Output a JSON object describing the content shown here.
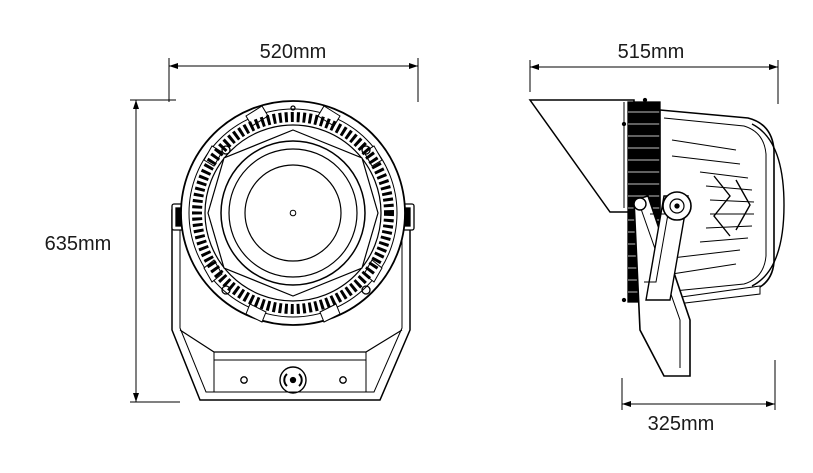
{
  "drawing": {
    "subject": "light-fixture-dimension-drawing",
    "views": [
      "front",
      "side"
    ]
  },
  "dimensions": {
    "front_width": "520mm",
    "side_depth": "515mm",
    "height": "635mm",
    "base_depth": "325mm"
  },
  "colors": {
    "stroke": "#000000",
    "background": "#ffffff"
  }
}
